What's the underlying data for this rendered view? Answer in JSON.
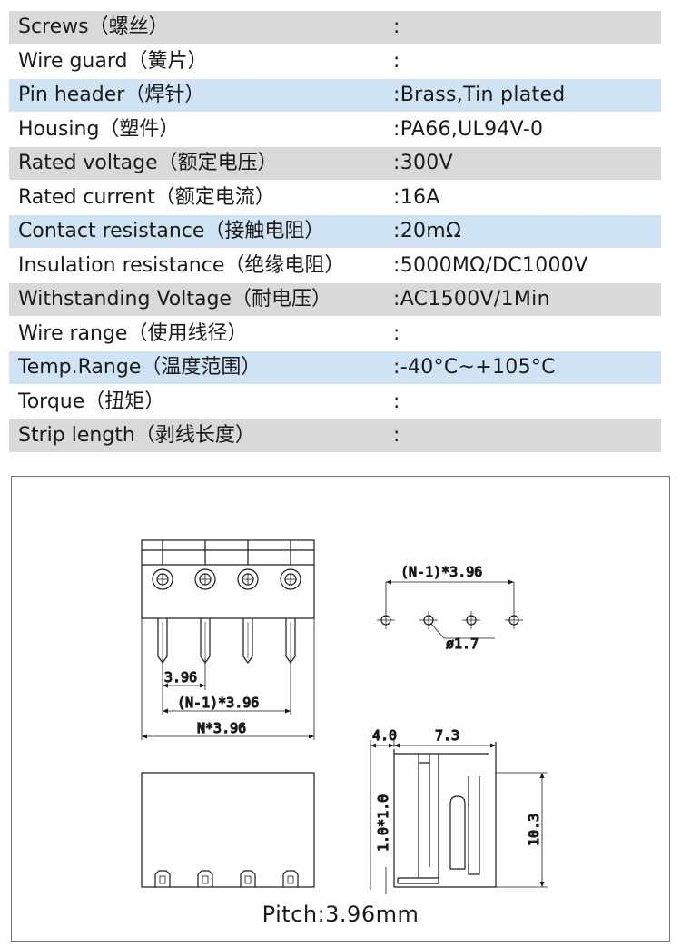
{
  "colors": {
    "gray_band": "#d9d9d9",
    "blue_band": "#cfe3f4",
    "line": "#1a1a1a"
  },
  "specs": [
    {
      "label": "Screws（螺丝）",
      "value": ":",
      "band": "gray"
    },
    {
      "label": "Wire guard（簧片）",
      "value": ":",
      "band": "none"
    },
    {
      "label": "Pin header（焊针）",
      "value": ":Brass,Tin plated",
      "band": "blue"
    },
    {
      "label": "Housing（塑件）",
      "value": ":PA66,UL94V-0",
      "band": "none"
    },
    {
      "label": "Rated voltage（额定电压）",
      "value": ":300V",
      "band": "gray"
    },
    {
      "label": "Rated current（额定电流）",
      "value": ":16A",
      "band": "none"
    },
    {
      "label": "Contact resistance（接触电阻）",
      "value": ":20mΩ",
      "band": "blue"
    },
    {
      "label": "Insulation resistance（绝缘电阻）",
      "value": ":5000MΩ/DC1000V",
      "band": "none"
    },
    {
      "label": "Withstanding Voltage（耐电压）",
      "value": ":AC1500V/1Min",
      "band": "gray"
    },
    {
      "label": "Wire range（使用线径）",
      "value": ":",
      "band": "none"
    },
    {
      "label": "Temp.Range（温度范围）",
      "value": ":-40°C~+105°C",
      "band": "blue"
    },
    {
      "label": "Torque（扭矩）",
      "value": ":",
      "band": "none"
    },
    {
      "label": "Strip length（剥线长度）",
      "value": ":",
      "band": "gray"
    }
  ],
  "drawing": {
    "pin_count": 4,
    "dim_pitch": "3.96",
    "dim_span": "(N-1)*3.96",
    "dim_total": "N*3.96",
    "dim_hole_span": "(N-1)*3.96",
    "dim_hole_dia": "ø1.7",
    "dim_side_a": "4.0",
    "dim_side_b": "7.3",
    "dim_height": "10.3",
    "dim_pin_size": "1.0*1.0",
    "caption": "Pitch:3.96mm"
  }
}
